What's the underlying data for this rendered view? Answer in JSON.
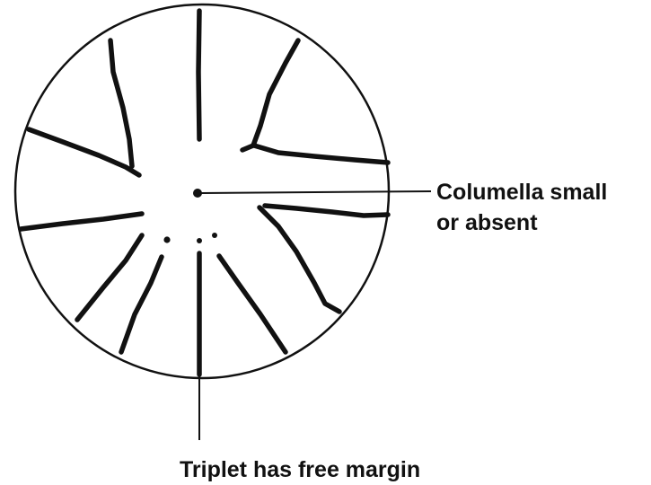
{
  "labels": {
    "columella": [
      "Columella small",
      "or absent"
    ],
    "triplet": "Triplet has free margin"
  },
  "colors": {
    "ink": "#111111",
    "background": "#ffffff"
  }
}
